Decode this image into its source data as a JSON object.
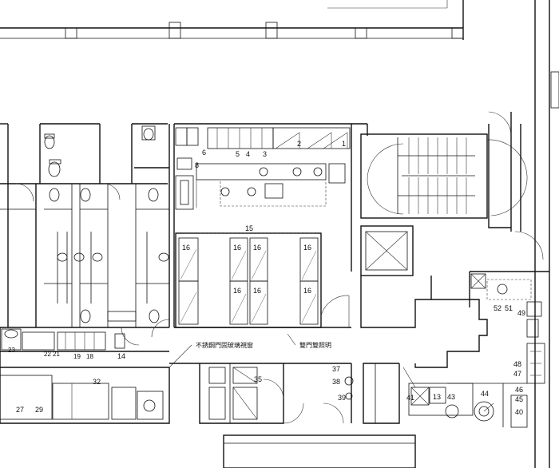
{
  "equipment_numbers": [
    "1",
    "2",
    "3",
    "4",
    "5",
    "6",
    "8",
    "13",
    "14",
    "15",
    "16",
    "18",
    "19",
    "21",
    "22",
    "23",
    "27",
    "29",
    "32",
    "35",
    "37",
    "38",
    "39",
    "40",
    "41",
    "43",
    "44",
    "45",
    "46",
    "47",
    "48",
    "49",
    "51",
    "52"
  ],
  "annotations": {
    "partition_note": "不銹鋼門固玻璃視窗",
    "lighting_note": "雙門雙照明"
  }
}
